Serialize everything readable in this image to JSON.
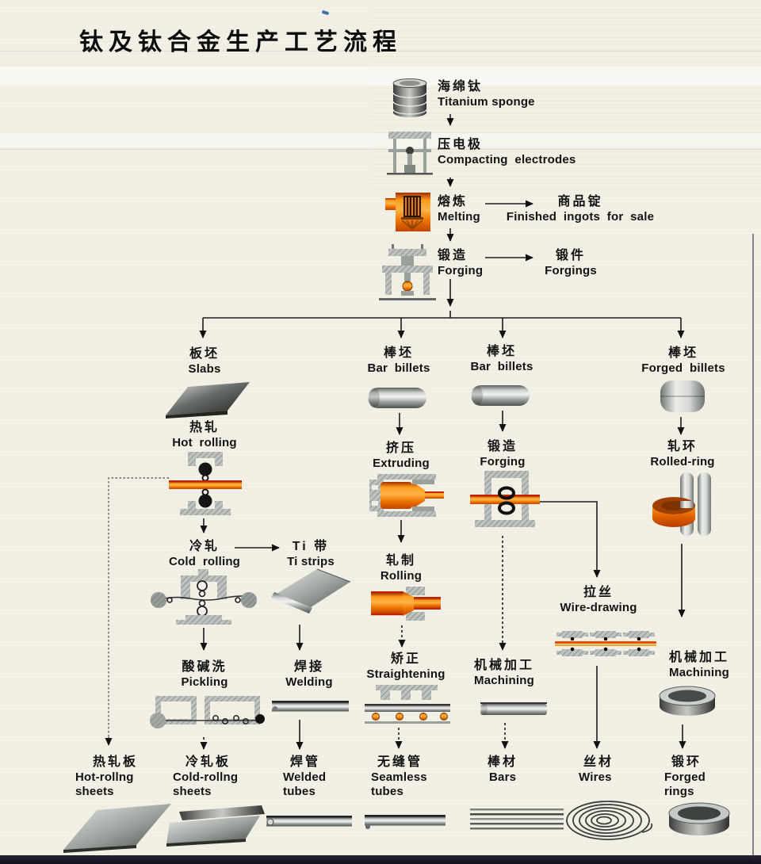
{
  "title": "钛及钛合金生产工艺流程",
  "colors": {
    "accent_orange": "#e87f10",
    "hot_metal_red": "#cc2200",
    "metal_gray": "#aab0ac",
    "paper": "#f1eee3",
    "footer_band": "#14141f",
    "text": "#131313"
  },
  "nodes": {
    "sponge": {
      "zh": "海绵钛",
      "en": "Titanium sponge"
    },
    "electrodes": {
      "zh": "压电极",
      "en": "Compacting  electrodes"
    },
    "melting": {
      "zh": "熔炼",
      "en": "Melting"
    },
    "ingots": {
      "zh": "商品锭",
      "en": "Finished  ingots  for  sale"
    },
    "forging_main": {
      "zh": "锻造",
      "en": "Forging"
    },
    "forgings": {
      "zh": "锻件",
      "en": "Forgings"
    },
    "slabs": {
      "zh": "板坯",
      "en": "Slabs"
    },
    "bar_billets_1": {
      "zh": "棒坯",
      "en": "Bar  billets"
    },
    "bar_billets_2": {
      "zh": "棒坯",
      "en": "Bar  billets"
    },
    "forged_billets": {
      "zh": "棒坯",
      "en": "Forged  billets"
    },
    "hot_rolling": {
      "zh": "热轧",
      "en": "Hot  rolling"
    },
    "cold_rolling": {
      "zh": "冷轧",
      "en": "Cold  rolling"
    },
    "ti_strips": {
      "zh": "Ti 带",
      "en": "Ti strips"
    },
    "pickling": {
      "zh": "酸碱洗",
      "en": "Pickling"
    },
    "welding": {
      "zh": "焊接",
      "en": "Welding"
    },
    "extruding": {
      "zh": "挤压",
      "en": "Extruding"
    },
    "rolling": {
      "zh": "轧制",
      "en": "Rolling"
    },
    "straightening": {
      "zh": "矫正",
      "en": "Straightening"
    },
    "forging_bar": {
      "zh": "锻造",
      "en": "Forging"
    },
    "machining_bar": {
      "zh": "机械加工",
      "en": "Machining"
    },
    "wire_drawing": {
      "zh": "拉丝",
      "en": "Wire-drawing"
    },
    "rolled_ring": {
      "zh": "轧环",
      "en": "Rolled-ring"
    },
    "machining_ring": {
      "zh": "机械加工",
      "en": "Machining"
    },
    "hot_sheets": {
      "zh": "热轧板",
      "en": "Hot-rollng",
      "en2": "sheets"
    },
    "cold_sheets": {
      "zh": "冷轧板",
      "en": "Cold-rollng",
      "en2": "sheets"
    },
    "welded_tubes": {
      "zh": "焊管",
      "en": "Welded",
      "en2": "tubes"
    },
    "seamless_tubes": {
      "zh": "无缝管",
      "en": "Seamless",
      "en2": "tubes"
    },
    "bars": {
      "zh": "棒材",
      "en": "Bars"
    },
    "wires": {
      "zh": "丝材",
      "en": "Wires"
    },
    "forged_rings": {
      "zh": "锻环",
      "en": "Forged",
      "en2": "rings"
    }
  }
}
